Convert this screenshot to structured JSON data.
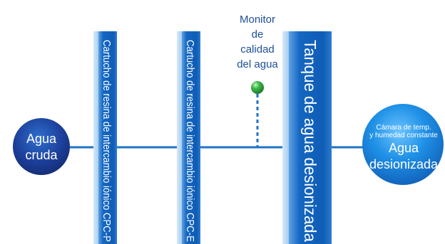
{
  "diagram": {
    "raw_water": {
      "line1": "Agua",
      "line2": "cruda"
    },
    "cartridge_1": {
      "label": "Cartucho de resina de intercambio iónico CPC-P"
    },
    "cartridge_2": {
      "label": "Cartucho de resina de intercambio iónico CPC-E"
    },
    "tank": {
      "label": "Tanque de agua desionizada"
    },
    "monitor": {
      "line1": "Monitor",
      "line2": "de",
      "line3": "calidad",
      "line4": "del agua"
    },
    "outlet": {
      "note_line1": "Cámara de temp.",
      "note_line2": "y humedad constante",
      "line1": "Agua",
      "line2": "desionizada"
    },
    "colors": {
      "pipe": "#1f73c6",
      "column_blue": "#1467c2",
      "column_edge": "#8fc0ea",
      "circle_dark": "#1e3a8a",
      "circle_light": "#1e90e6",
      "monitor_text": "#1f4e9a",
      "monitor_bulb": "#2aa53a"
    }
  }
}
